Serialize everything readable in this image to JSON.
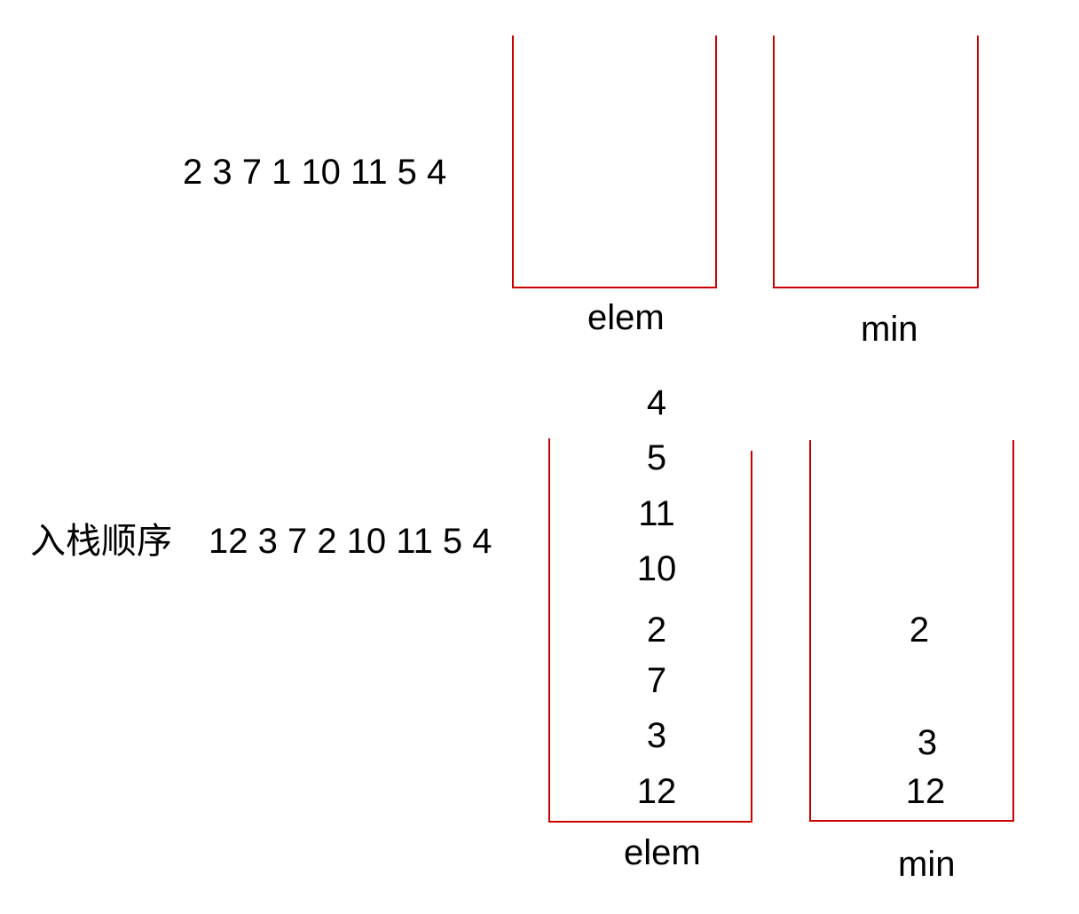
{
  "top": {
    "sequence": "2 3 7 1 10 11 5 4",
    "elem_label": "elem",
    "min_label": "min"
  },
  "bottom": {
    "order_label": "入栈顺序",
    "sequence": "12 3 7 2 10 11 5 4",
    "elem_items": [
      "4",
      "5",
      "11",
      "10",
      "2",
      "7",
      "3",
      "12"
    ],
    "min_items": [
      "2",
      "3",
      "12"
    ],
    "elem_label": "elem",
    "min_label": "min"
  },
  "colors": {
    "stack_border": "#cc0000",
    "text": "#000000"
  }
}
